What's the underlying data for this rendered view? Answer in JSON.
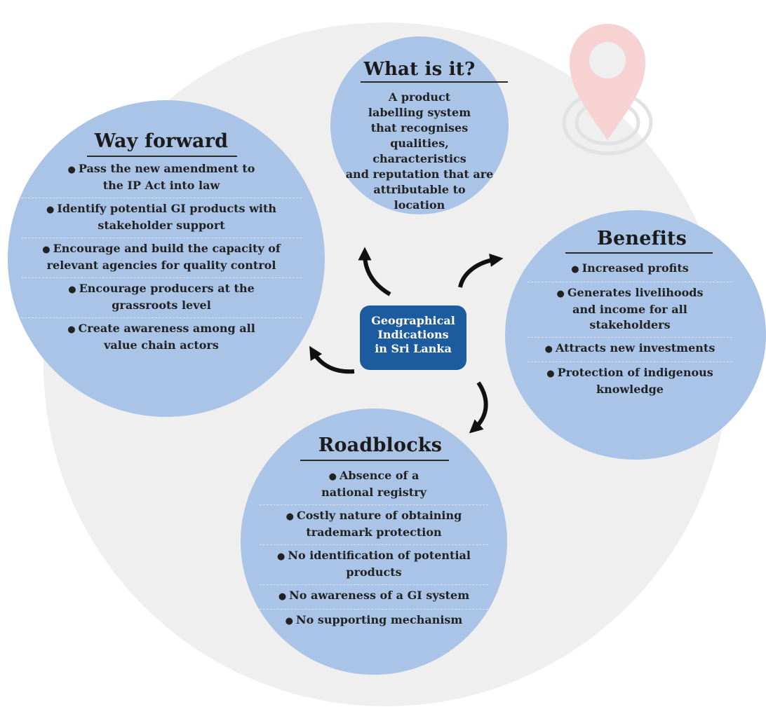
{
  "center": {
    "lines": [
      "Geographical",
      "Indications",
      "in Sri Lanka"
    ]
  },
  "what_is_it": {
    "title": "What is it?",
    "lines": [
      "A product",
      "labelling system",
      "that recognises",
      "qualities, characteristics",
      "and reputation that are",
      "attributable to",
      "location"
    ]
  },
  "way_forward": {
    "title": "Way forward",
    "items": [
      [
        "Pass the new amendment to",
        "the IP Act into law"
      ],
      [
        "Identify potential GI products with",
        "stakeholder support"
      ],
      [
        "Encourage and build the capacity of",
        "relevant agencies for quality control"
      ],
      [
        "Encourage producers at the",
        "grassroots level"
      ],
      [
        "Create awareness among all",
        "value chain actors"
      ]
    ]
  },
  "benefits": {
    "title": "Benefits",
    "items": [
      [
        "Increased profits"
      ],
      [
        "Generates livelihoods",
        "and income for all",
        "stakeholders"
      ],
      [
        "Attracts new investments"
      ],
      [
        "Protection of indigenous",
        "knowledge"
      ]
    ]
  },
  "roadblocks": {
    "title": "Roadblocks",
    "items": [
      [
        "Absence of a",
        "national registry"
      ],
      [
        "Costly nature of obtaining",
        "trademark protection"
      ],
      [
        "No identification of potential",
        "products"
      ],
      [
        "No awareness of a GI system"
      ],
      [
        "No supporting mechanism"
      ]
    ]
  },
  "colors": {
    "background_circle": "#efeff0",
    "topic_circle": "#a9c4e7",
    "center_box": "#1d5b9f",
    "pin_icon": "#f6d2d2"
  }
}
